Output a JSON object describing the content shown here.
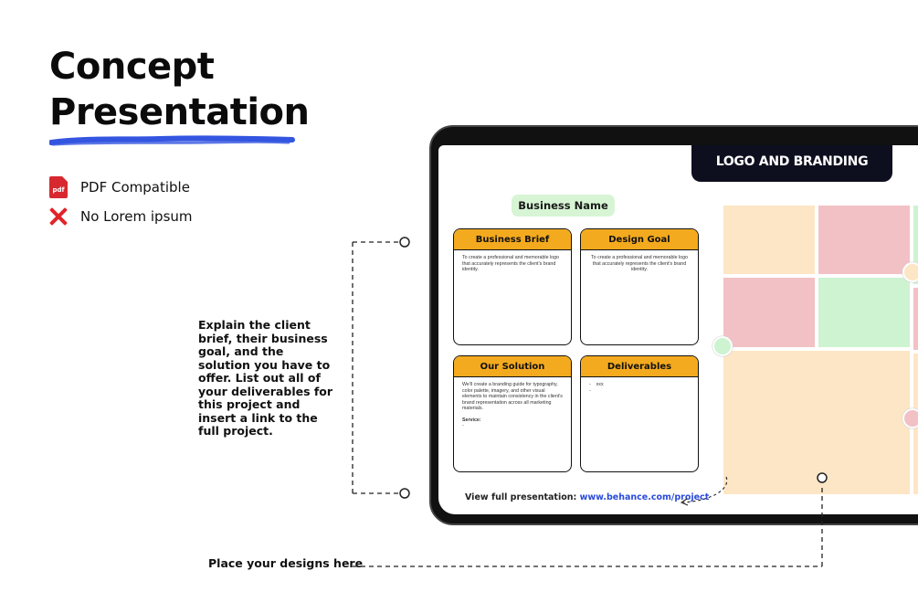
{
  "title": {
    "line1": "Concept",
    "line2": "Presentation"
  },
  "features": [
    {
      "icon": "pdf-icon",
      "icon_text": "pdf",
      "label": "PDF Compatible"
    },
    {
      "icon": "close-icon",
      "label": "No Lorem ipsum"
    }
  ],
  "annotations": {
    "explain": "Explain the client brief, their business goal, and the solution you have to offer. List out all of your deliverables for this project and insert a link to the full project.",
    "place": "Place your designs here"
  },
  "slide": {
    "header": "LOGO AND BRANDING",
    "business_name": "Business Name",
    "cards": [
      {
        "title": "Business Brief",
        "body": "To create a professional and memorable logo that accurately represents the client's brand identity."
      },
      {
        "title": "Design Goal",
        "body": "To create a professional and memorable logo that accurately represents the client's brand identity."
      },
      {
        "title": "Our Solution",
        "body": "We'll create a branding guide for typography, color palette, imagery, and other visual elements to maintain consistency in the client's brand representation across all marketing materials.",
        "service_label": "Service:",
        "service_item": "-"
      },
      {
        "title": "Deliverables",
        "items": [
          "-    xxx",
          "-"
        ]
      }
    ],
    "link_label": "View full presentation:",
    "link_url": "www.behance.com/project"
  },
  "colors": {
    "accent_blue": "#3355e0",
    "card_header": "#f4aa1e",
    "header_bg": "#0d0f1f",
    "business_name_bg": "#d7f5d4",
    "tile_peach": "#fde6c5",
    "tile_pink": "#f2c1c5",
    "tile_green": "#cdf3d1",
    "pdf_red": "#d7282f",
    "cross_red": "#e0242a"
  }
}
